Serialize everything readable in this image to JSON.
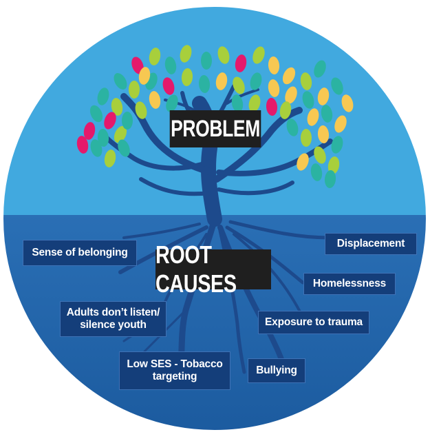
{
  "diagram": {
    "problem_label": "PROBLEM",
    "root_label": "ROOT CAUSES",
    "causes": [
      {
        "text": "Sense of belonging"
      },
      {
        "text": "Displacement"
      },
      {
        "text": "Homelessness"
      },
      {
        "text": "Adults don’t listen/\nsilence youth"
      },
      {
        "text": "Exposure to trauma"
      },
      {
        "text": "Low SES - Tobacco\ntargeting"
      },
      {
        "text": "Bullying"
      }
    ],
    "colors": {
      "sky": "#41a9df",
      "ground": "#1f63a8",
      "tree": "#1d4a8c",
      "leaf_green": "#2bb3a2",
      "leaf_lime": "#a8cf3c",
      "leaf_magenta": "#e5196b",
      "leaf_yellow": "#f7c852",
      "label_bg": "#143e7a"
    }
  }
}
